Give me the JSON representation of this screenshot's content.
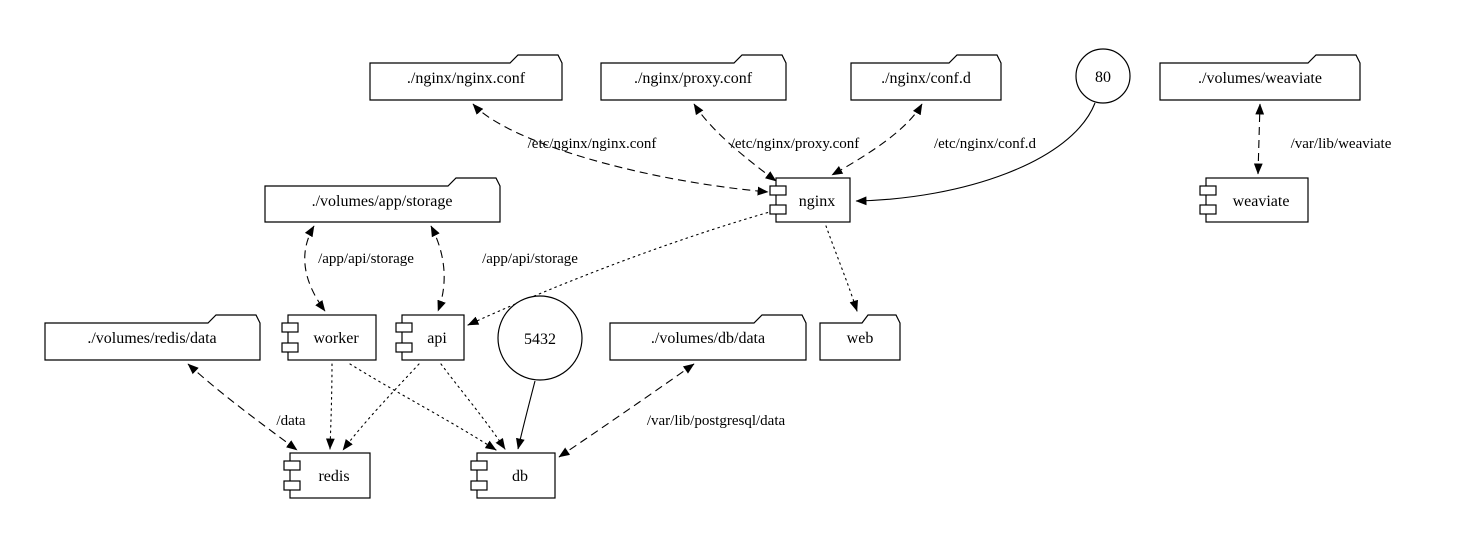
{
  "diagram": {
    "type": "docker-compose-graph",
    "background": "#ffffff",
    "stroke_color": "#000000",
    "nodes": {
      "nginx_conf_file": {
        "label": "./nginx/nginx.conf",
        "shape": "folder"
      },
      "proxy_conf_file": {
        "label": "./nginx/proxy.conf",
        "shape": "folder"
      },
      "conf_d_dir": {
        "label": "./nginx/conf.d",
        "shape": "folder"
      },
      "port_80": {
        "label": "80",
        "shape": "circle"
      },
      "volumes_weaviate": {
        "label": "./volumes/weaviate",
        "shape": "folder"
      },
      "volumes_app_storage": {
        "label": "./volumes/app/storage",
        "shape": "folder"
      },
      "nginx": {
        "label": "nginx",
        "shape": "component"
      },
      "weaviate": {
        "label": "weaviate",
        "shape": "component"
      },
      "volumes_redis_data": {
        "label": "./volumes/redis/data",
        "shape": "folder"
      },
      "worker": {
        "label": "worker",
        "shape": "component"
      },
      "api": {
        "label": "api",
        "shape": "component"
      },
      "port_5432": {
        "label": "5432",
        "shape": "circle"
      },
      "volumes_db_data": {
        "label": "./volumes/db/data",
        "shape": "folder"
      },
      "web": {
        "label": "web",
        "shape": "folder"
      },
      "redis": {
        "label": "redis",
        "shape": "component"
      },
      "db": {
        "label": "db",
        "shape": "component"
      }
    },
    "edges": [
      {
        "from": "./nginx/nginx.conf",
        "to": "nginx",
        "style": "dashed",
        "dir": "both",
        "label": "/etc/nginx/nginx.conf"
      },
      {
        "from": "./nginx/proxy.conf",
        "to": "nginx",
        "style": "dashed",
        "dir": "both",
        "label": "/etc/nginx/proxy.conf"
      },
      {
        "from": "./nginx/conf.d",
        "to": "nginx",
        "style": "dashed",
        "dir": "both",
        "label": "/etc/nginx/conf.d"
      },
      {
        "from": "80",
        "to": "nginx",
        "style": "solid",
        "dir": "forward",
        "label": ""
      },
      {
        "from": "./volumes/weaviate",
        "to": "weaviate",
        "style": "dashed",
        "dir": "both",
        "label": "/var/lib/weaviate"
      },
      {
        "from": "./volumes/app/storage",
        "to": "worker",
        "style": "dashed",
        "dir": "both",
        "label": "/app/api/storage"
      },
      {
        "from": "./volumes/app/storage",
        "to": "api",
        "style": "dashed",
        "dir": "both",
        "label": "/app/api/storage"
      },
      {
        "from": "nginx",
        "to": "api",
        "style": "dotted",
        "dir": "forward",
        "label": ""
      },
      {
        "from": "nginx",
        "to": "web",
        "style": "dotted",
        "dir": "forward",
        "label": ""
      },
      {
        "from": "./volumes/redis/data",
        "to": "redis",
        "style": "dashed",
        "dir": "both",
        "label": "/data"
      },
      {
        "from": "worker",
        "to": "redis",
        "style": "dotted",
        "dir": "forward",
        "label": ""
      },
      {
        "from": "worker",
        "to": "db",
        "style": "dotted",
        "dir": "forward",
        "label": ""
      },
      {
        "from": "api",
        "to": "redis",
        "style": "dotted",
        "dir": "forward",
        "label": ""
      },
      {
        "from": "api",
        "to": "db",
        "style": "dotted",
        "dir": "forward",
        "label": ""
      },
      {
        "from": "5432",
        "to": "db",
        "style": "solid",
        "dir": "forward",
        "label": ""
      },
      {
        "from": "./volumes/db/data",
        "to": "db",
        "style": "dashed",
        "dir": "both",
        "label": "/var/lib/postgresql/data"
      }
    ]
  }
}
